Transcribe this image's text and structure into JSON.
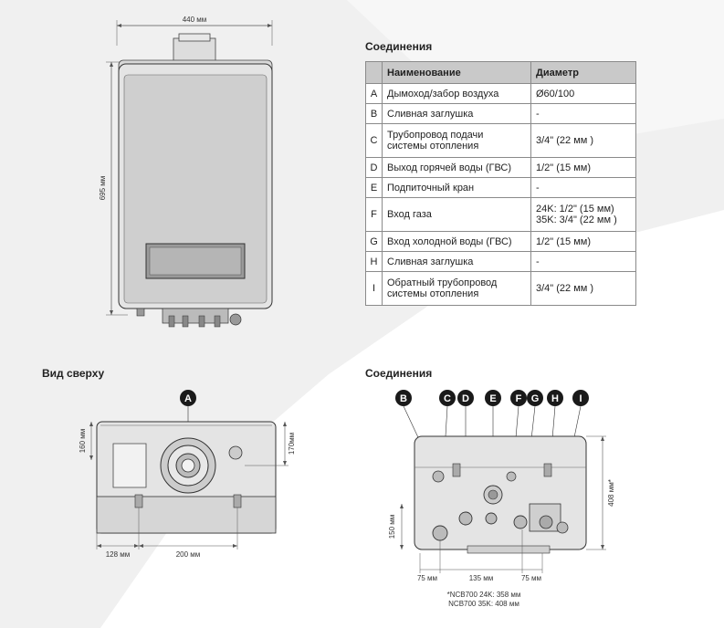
{
  "top_drawing": {
    "width_label": "440 мм",
    "height_label": "695 мм"
  },
  "connections_table": {
    "title": "Соединения",
    "headers": [
      "",
      "Наименование",
      "Диаметр"
    ],
    "rows": [
      {
        "letter": "A",
        "name": "Дымоход/забор воздуха",
        "diameter": "Ø60/100"
      },
      {
        "letter": "B",
        "name": "Сливная заглушка",
        "diameter": "-"
      },
      {
        "letter": "C",
        "name": "Трубопровод подачи системы отопления",
        "diameter": "3/4\" (22 мм )"
      },
      {
        "letter": "D",
        "name": "Выход горячей воды (ГВС)",
        "diameter": "1/2\" (15 мм)"
      },
      {
        "letter": "E",
        "name": "Подпиточный кран",
        "diameter": "-"
      },
      {
        "letter": "F",
        "name": "Вход газа",
        "diameter": "24K: 1/2\" (15 мм)\n35K: 3/4\" (22 мм )"
      },
      {
        "letter": "G",
        "name": "Вход холодной воды (ГВС)",
        "diameter": "1/2\" (15 мм)"
      },
      {
        "letter": "H",
        "name": "Сливная заглушка",
        "diameter": "-"
      },
      {
        "letter": "I",
        "name": "Обратный трубопровод системы отопления",
        "diameter": "3/4\" (22 мм )"
      }
    ]
  },
  "top_view": {
    "title": "Вид сверху",
    "marker": "A",
    "dim_left_height": "160 мм",
    "dim_right_height": "170мм",
    "dim_bottom_left": "128 мм",
    "dim_bottom_mid": "200 мм"
  },
  "bottom_view": {
    "title": "Соединения",
    "markers": [
      "B",
      "C",
      "D",
      "E",
      "F",
      "G",
      "H",
      "I"
    ],
    "dim_left_height": "150 мм",
    "dim_right_height": "408 мм*",
    "dim_bottom": [
      "75 мм",
      "135 мм",
      "75 мм"
    ],
    "footnote_line1": "*NCB700 24K: 358 мм",
    "footnote_line2": "NCB700 35K: 408  мм"
  },
  "colors": {
    "marker_fill": "#1a1a1a",
    "table_header": "#c9c9c9",
    "background_shape": "#eeeeee"
  }
}
